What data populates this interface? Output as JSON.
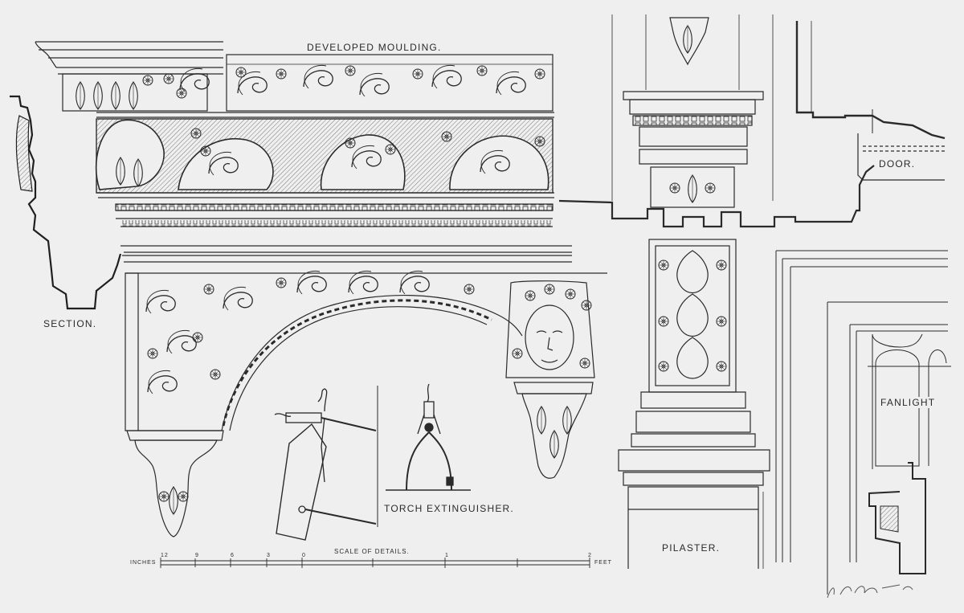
{
  "labels": {
    "developed_moulding": "DEVELOPED MOULDING.",
    "section": "SECTION.",
    "door": "DOOR.",
    "fanlight": "FANLIGHT",
    "pilaster": "PILASTER.",
    "torch_extinguisher": "TORCH EXTINGUISHER.",
    "scale_of_details": "SCALE OF DETAILS.",
    "inches": "INCHES",
    "feet": "FEET"
  },
  "scale_ticks": [
    "12",
    "9",
    "6",
    "3",
    "0",
    "",
    "1",
    "",
    "2"
  ],
  "colors": {
    "paper": "#efefef",
    "ink": "#2a2a2a",
    "hatch": "#8a8a8a"
  },
  "signature": "artist-signature"
}
